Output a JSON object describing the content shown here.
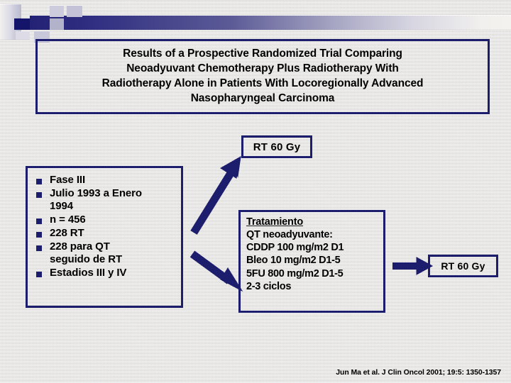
{
  "slide": {
    "background_color": "#efeeeb",
    "accent_color": "#1d1d6e",
    "title": "Results of a Prospective Randomized Trial Comparing\nNeoadyuvant Chemotherapy Plus Radiotherapy With\nRadiotherapy Alone in Patients With Locoregionally Advanced\nNasopharyngeal Carcinoma"
  },
  "flow": {
    "rt_top": {
      "label": "RT 60 Gy"
    },
    "rt_right": {
      "label": "RT 60 Gy"
    },
    "arrow_up": {
      "name": "arrow-up-right"
    },
    "arrow_down": {
      "name": "arrow-down-right"
    },
    "arrow_right": {
      "name": "arrow-right"
    }
  },
  "bullets": {
    "items": [
      {
        "text": "Fase III"
      },
      {
        "text": "Julio 1993 a Enero\n1994"
      },
      {
        "text": "n = 456"
      },
      {
        "text": "228  RT"
      },
      {
        "text": "228 para QT\nseguido de RT"
      },
      {
        "text": "Estadios III y IV"
      }
    ]
  },
  "treatment": {
    "heading": "Tratamiento",
    "lines": [
      "QT neoadyuvante:",
      "CDDP 100 mg/m2 D1",
      "Bleo 10 mg/m2 D1-5",
      "5FU 800 mg/m2 D1-5",
      "2-3 ciclos"
    ]
  },
  "citation": {
    "text": "Jun Ma et al. J Clin Oncol 2001; 19:5: 1350-1357"
  }
}
